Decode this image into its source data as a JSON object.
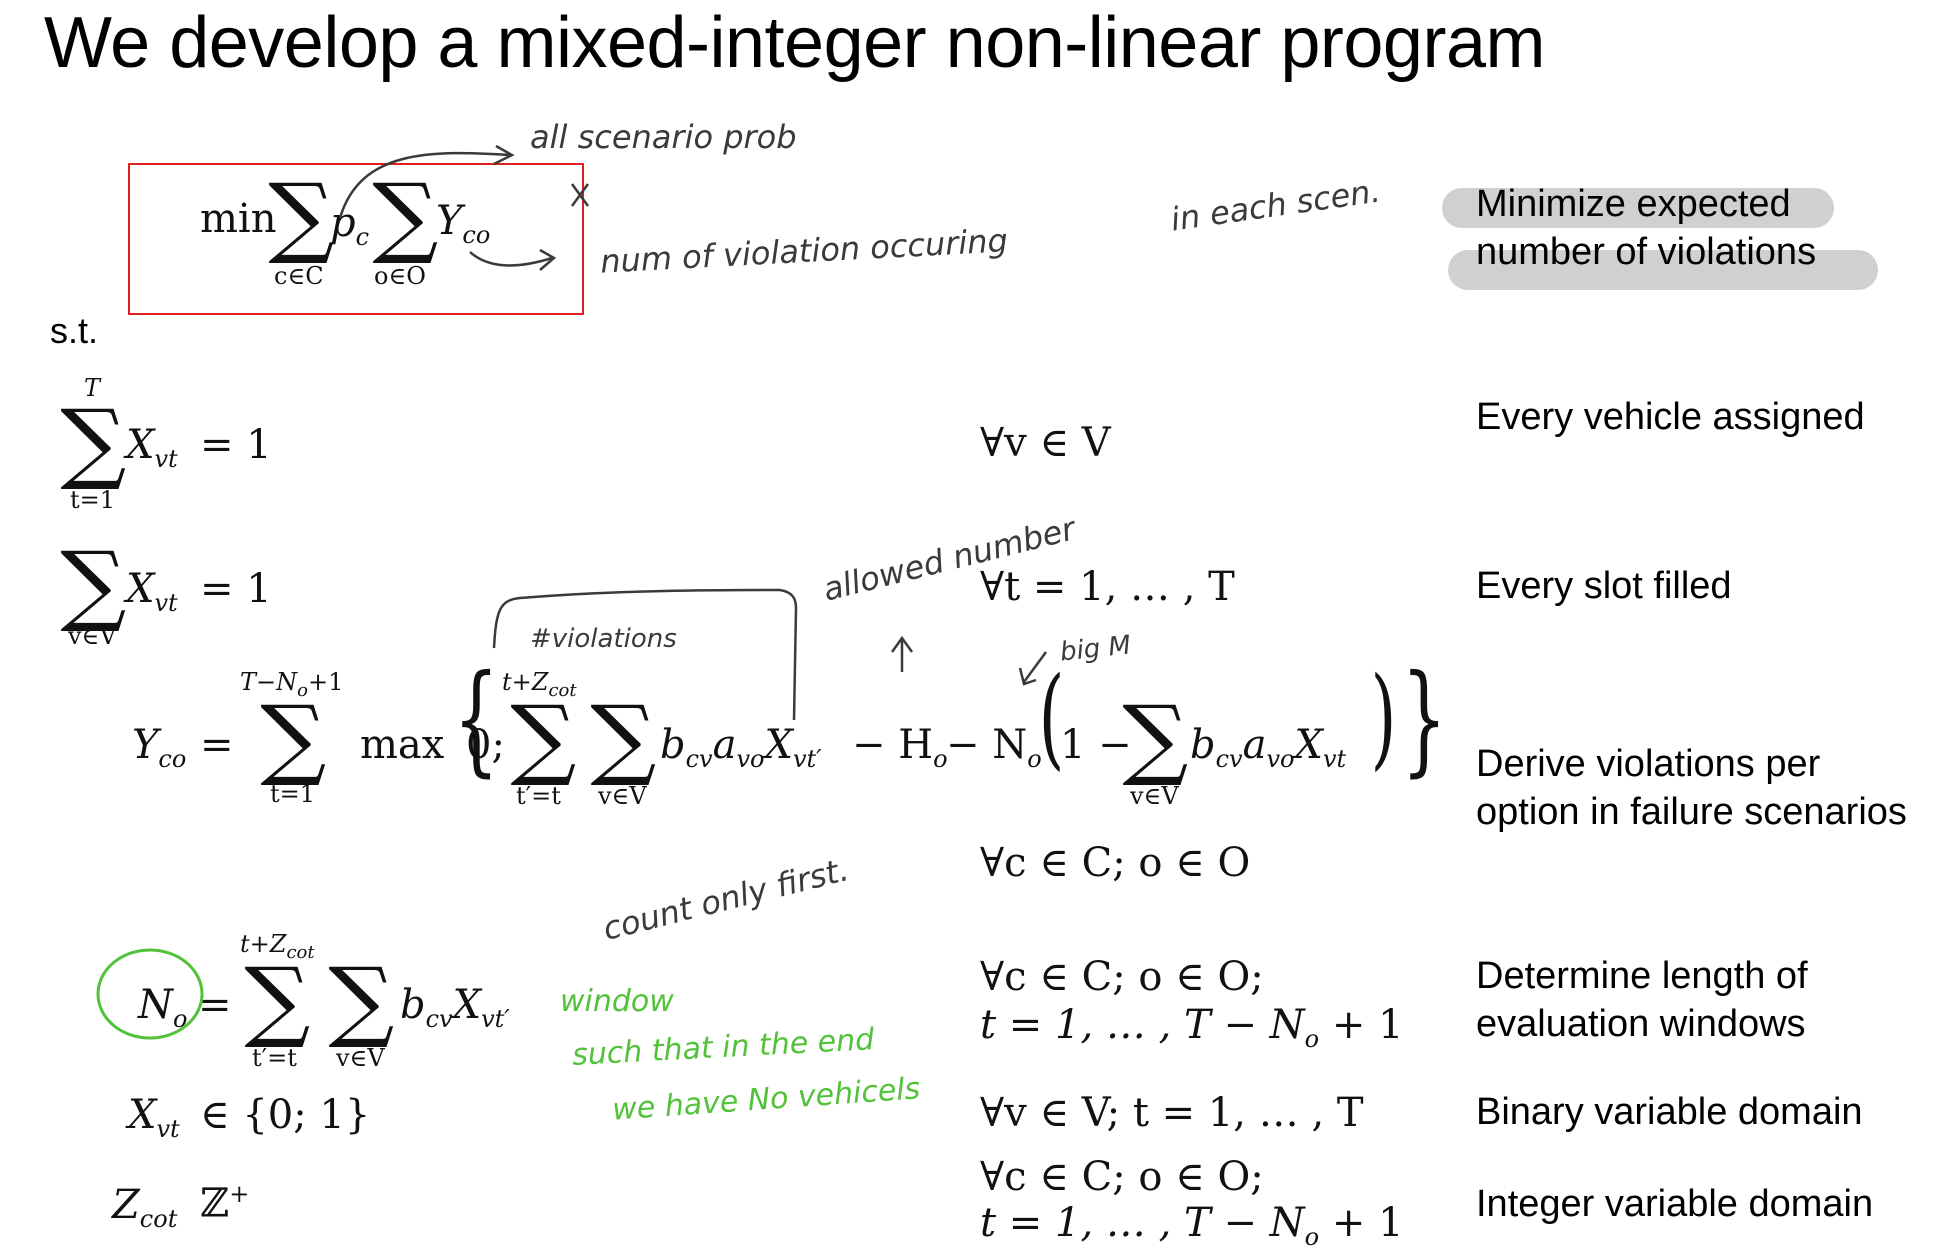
{
  "title": "We develop a mixed-integer non-linear program",
  "objective": {
    "min": "min",
    "sum1_sub": "c∈C",
    "p": "p",
    "p_sub": "c",
    "sum2_sub": "o∈O",
    "Y": "Y",
    "Y_sub": "co"
  },
  "st": "s.t.",
  "constraints": {
    "c1": {
      "sum_top": "T",
      "sum_sub": "t=1",
      "lhs": "X",
      "lhs_sub": "vt",
      "rhs": "= 1",
      "domain": "∀v ∈ V"
    },
    "c2": {
      "sum_sub": "v∈V",
      "lhs": "X",
      "lhs_sub": "vt",
      "rhs": "= 1",
      "domain": "∀t = 1, … , T"
    },
    "c3": {
      "Y": "Y",
      "Y_sub": "co",
      "eq": "=",
      "sum_top": "T−N",
      "sum_top_sub": "o",
      "sum_top_tail": "+1",
      "sum_sub": "t=1",
      "max": "max",
      "zero": "0;",
      "inner_top": "t+Z",
      "inner_top_sub": "cot",
      "inner_sub1": "t′=t",
      "inner_sub2": "v∈V",
      "term1": "b",
      "term1_sub": "cv",
      "term1b": "a",
      "term1b_sub": "vo",
      "term1c": "X",
      "term1c_sub": "vt′",
      "minus_H": "− H",
      "H_sub": "o",
      "minus_N": "− N",
      "N_sub": "o",
      "one_minus": "1 −",
      "inner_sub3": "v∈V",
      "term2": "b",
      "term2_sub": "cv",
      "term2b": "a",
      "term2b_sub": "vo",
      "term2c": "X",
      "term2c_sub": "vt",
      "domain": "∀c ∈ C; o ∈ O"
    },
    "c4": {
      "N": "N",
      "N_sub": "o",
      "eq": "=",
      "sum_top": "t+Z",
      "sum_top_sub": "cot",
      "sum_sub1": "t′=t",
      "sum_sub2": "v∈V",
      "term": "b",
      "term_sub": "cv",
      "termb": "X",
      "termb_sub": "vt′",
      "domain_line1": "∀c ∈ C; o ∈ O;",
      "domain_line2": "t = 1, … , T − N",
      "domain_line2_sub": "o",
      "domain_line2_tail": " + 1"
    },
    "c5": {
      "lhs": "X",
      "lhs_sub": "vt",
      "rhs": "∈ {0; 1}",
      "domain": "∀v ∈ V; t = 1, … , T"
    },
    "c6": {
      "lhs": "Z",
      "lhs_sub": "cot",
      "rhs": "ℤ",
      "rhs_sup": "+",
      "domain_line1": "∀c ∈ C; o ∈ O;",
      "domain_line2": "t = 1, … , T − N",
      "domain_line2_sub": "o",
      "domain_line2_tail": " + 1"
    }
  },
  "descriptions": {
    "objective_line1": "Minimize expected",
    "objective_line2": "number of violations",
    "c1": "Every vehicle assigned",
    "c2": "Every slot filled",
    "c3_line1": "Derive violations per",
    "c3_line2": "option in failure scenarios",
    "c4_line1": "Determine length of",
    "c4_line2": "evaluation windows",
    "c5": "Binary variable domain",
    "c6": "Integer variable domain"
  },
  "annotations": {
    "all_scenario_prob": "all scenario prob",
    "num_violations": "num of violation occuring",
    "in_each_scen": "in each scen.",
    "allowed_number": "allowed number",
    "violations": "#violations",
    "big_m": "big M",
    "count_only_first": "count only first.",
    "window": "window",
    "such_that": "such that in the end",
    "we_have": "we have No vehicels"
  },
  "colors": {
    "objective_box": "#e02020",
    "highlight": "#d0d0d0",
    "green_ink": "#52c23a",
    "dark_ink": "#3a3a3a"
  }
}
